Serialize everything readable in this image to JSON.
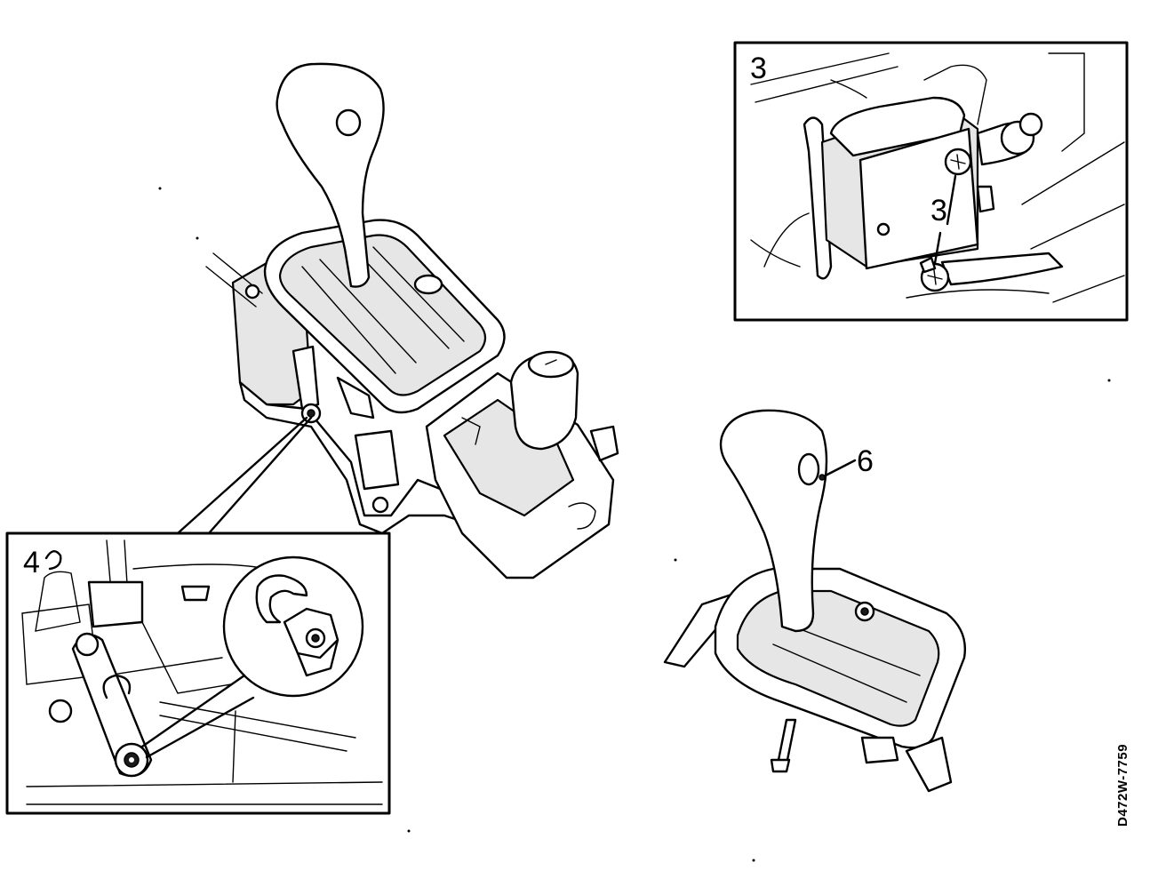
{
  "callouts": {
    "inset_top_right_label": "3",
    "inset_top_right_pointer": "3",
    "inset_bottom_left_label": "4",
    "shifter_knob_pointer": "6"
  },
  "drawing_code": "D472W-7759"
}
